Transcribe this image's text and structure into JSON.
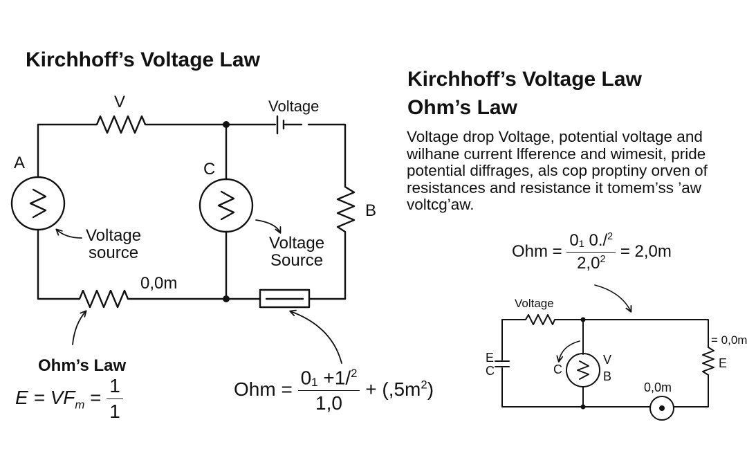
{
  "title_left": "Kirchhoff’s Voltage Law",
  "title_right_1": "Kirchhoff’s Voltage Law",
  "title_right_2": "Ohm’s Law",
  "paragraph": [
    "Voltage drop Voltage, potential voltage and",
    "wilhane current lfference and wimesit, pride",
    "potential diffrages, als cop proptiny orven of",
    "resistances and resistance it tomem’ss ’aw",
    "voltcg’aw."
  ],
  "left_circuit": {
    "label_top_resistor": "V",
    "label_top_right": "Voltage",
    "label_a": "A",
    "label_c": "C",
    "label_b": "B",
    "source_left": [
      "Voltage",
      "source"
    ],
    "source_mid": [
      "Voltage",
      "Source"
    ],
    "label_bottom_resistor": "0,0m",
    "ohms_law_label": "Ohm’s Law",
    "formula_left": {
      "lhs": "E = VF",
      "sub": "m",
      "eq": "=",
      "num": "1",
      "den": "1"
    },
    "formula_bottom": {
      "lhs": "Ohm =",
      "num": "0₁ +1/",
      "num_sup": "2",
      "den": "1,0",
      "tail": "+ (,5m",
      "tail_sup": "2",
      "tail_end": ")"
    }
  },
  "right_formula": {
    "lhs": "Ohm =",
    "num": "0₁ 0./",
    "num_sup": "2",
    "den": "2,0",
    "den_sup": "2",
    "rhs": "= 2,0m"
  },
  "right_circuit": {
    "label_voltage": "Voltage",
    "label_e_left": "E",
    "label_c_left": "C",
    "label_c_mid": "C",
    "label_v": "V",
    "label_b": "B",
    "label_top_right": "= 0,0m",
    "label_e_right": "E",
    "label_bottom": "0,0m"
  }
}
